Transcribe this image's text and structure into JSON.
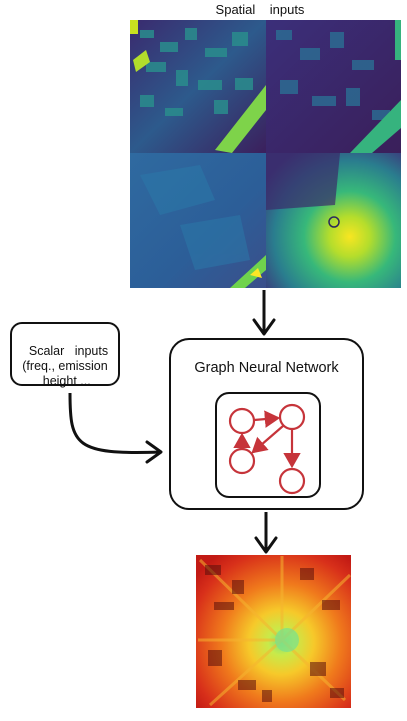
{
  "spatial_title": "Spatial    inputs",
  "scalar_box": {
    "text": "Scalar   inputs\n(freq., emission\n height ..."
  },
  "gnn": {
    "title": "Graph Neural Network"
  },
  "colors": {
    "outline": "#111111",
    "graph_red": "#c6343a",
    "viridis_dark": "#3b1f5c",
    "viridis_teal": "#2a7f8e",
    "viridis_green": "#55c667",
    "viridis_yellow": "#fde725",
    "heat_red": "#d2231a",
    "heat_orange": "#f28a1c",
    "heat_yellow": "#f7e23a",
    "heat_green": "#8ee06a"
  }
}
